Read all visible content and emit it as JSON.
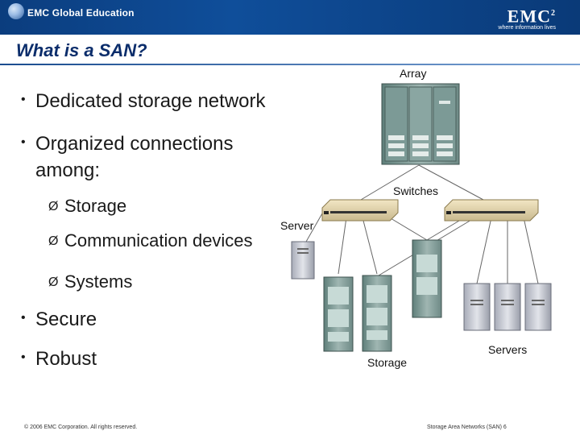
{
  "header": {
    "left_logo": "EMC Global Education",
    "right_logo": "EMC",
    "right_logo_sup": "2",
    "right_tagline": "where information lives"
  },
  "slide": {
    "title": "What is a SAN?",
    "bullets": [
      {
        "text": "Dedicated storage network"
      },
      {
        "text": "Organized connections among:"
      },
      {
        "text": "Secure"
      },
      {
        "text": "Robust"
      }
    ],
    "sub_bullets": [
      {
        "text": "Storage"
      },
      {
        "text": "Communication devices"
      },
      {
        "text": "Systems"
      }
    ]
  },
  "diagram": {
    "labels": {
      "array": "Array",
      "switches": "Switches",
      "server": "Server",
      "storage": "Storage",
      "servers": "Servers"
    }
  },
  "footer": {
    "copyright": "© 2006 EMC Corporation. All rights reserved.",
    "page": "Storage Area Networks (SAN) 6"
  }
}
